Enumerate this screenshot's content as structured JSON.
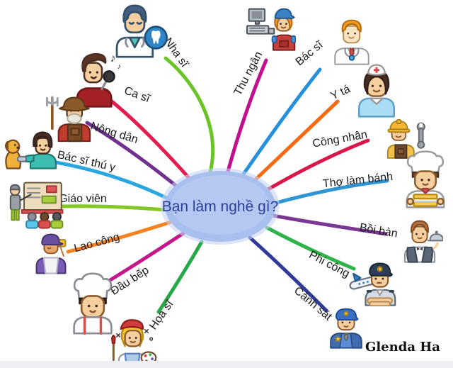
{
  "center": {
    "label": "Bạn làm nghề gì?",
    "fill": "#a9c0ee",
    "halo_fill": "#c6d3f4",
    "text_color": "#2c3f96"
  },
  "signature": "Glenda Ha",
  "branches": [
    {
      "id": "nha-si",
      "label": "Nha sĩ",
      "color": "#6ac428",
      "icon": "dentist-icon"
    },
    {
      "id": "ca-si",
      "label": "Ca sĩ",
      "color": "#e51a4d",
      "icon": "singer-icon"
    },
    {
      "id": "nong-dan",
      "label": "Nông dân",
      "color": "#6f3090",
      "icon": "farmer-icon"
    },
    {
      "id": "bac-si-thu-y",
      "label": "Bác sĩ thú y",
      "color": "#2ca6e0",
      "icon": "veterinarian-icon"
    },
    {
      "id": "giao-vien",
      "label": "Giáo viên",
      "color": "#83c727",
      "icon": "teacher-icon"
    },
    {
      "id": "lao-cong",
      "label": "Lao công",
      "color": "#f58220",
      "icon": "janitor-icon"
    },
    {
      "id": "dau-bep",
      "label": "Đầu bếp",
      "color": "#c2188c",
      "icon": "chef-icon"
    },
    {
      "id": "hoa-si",
      "label": "Họa sĩ",
      "color": "#26a748",
      "icon": "painter-icon"
    },
    {
      "id": "thu-ngan",
      "label": "Thu ngân",
      "color": "#c2108e",
      "icon": "cashier-icon"
    },
    {
      "id": "bac-si",
      "label": "Bác sĩ",
      "color": "#2590dc",
      "icon": "doctor-icon"
    },
    {
      "id": "y-ta",
      "label": "Y tá",
      "color": "#f9690f",
      "icon": "nurse-icon"
    },
    {
      "id": "cong-nhan",
      "label": "Công nhân",
      "color": "#d9164a",
      "icon": "construction-worker-icon"
    },
    {
      "id": "tho-lam-banh",
      "label": "Thợ làm bánh",
      "color": "#3095d2",
      "icon": "baker-icon"
    },
    {
      "id": "boi-ban",
      "label": "Bồi bàn",
      "color": "#7b3794",
      "icon": "waiter-icon"
    },
    {
      "id": "phi-cong",
      "label": "Phi công",
      "color": "#2eb34a",
      "icon": "pilot-icon"
    },
    {
      "id": "canh-sat",
      "label": "Cảnh sát",
      "color": "#303a99",
      "icon": "police-officer-icon"
    }
  ]
}
